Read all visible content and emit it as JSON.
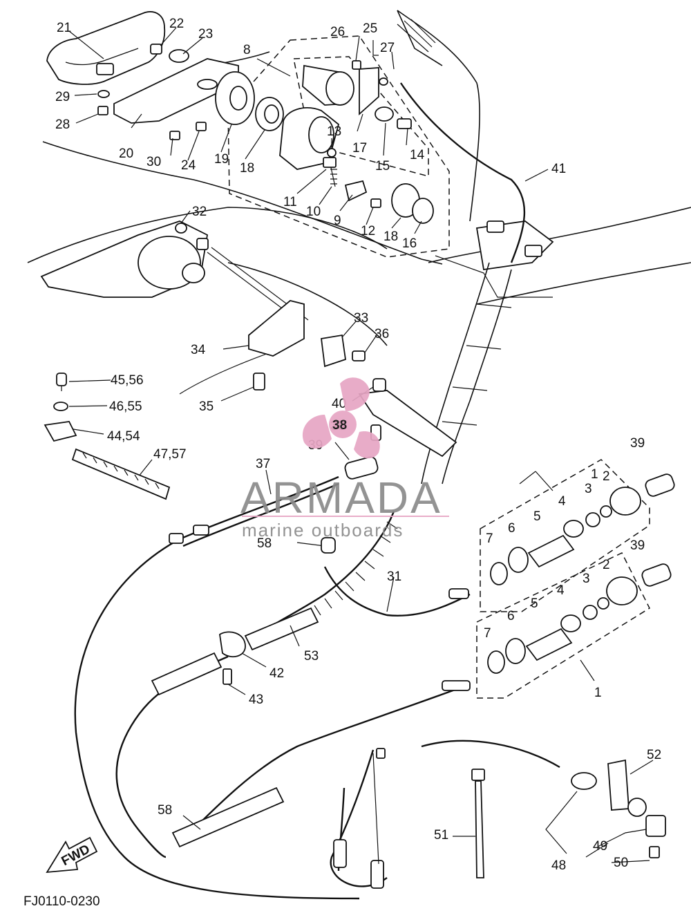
{
  "diagram": {
    "drawing_code": "FJ0110-0230",
    "fwd_label": "FWD",
    "labels": [
      "1",
      "1",
      "2",
      "2",
      "3",
      "3",
      "4",
      "4",
      "5",
      "5",
      "6",
      "6",
      "7",
      "7",
      "8",
      "9",
      "10",
      "11",
      "12",
      "13",
      "14",
      "15",
      "16",
      "17",
      "18",
      "18",
      "19",
      "20",
      "21",
      "22",
      "23",
      "24",
      "25",
      "26",
      "27",
      "28",
      "29",
      "30",
      "31",
      "32",
      "33",
      "34",
      "35",
      "36",
      "37",
      "38",
      "39",
      "39",
      "39",
      "40",
      "41",
      "42",
      "43",
      "44,54",
      "45,56",
      "46,55",
      "47,57",
      "48",
      "49",
      "50",
      "51",
      "52",
      "53",
      "58",
      "58"
    ]
  },
  "watermark": {
    "brand": "ARMADA",
    "tagline": "marine outboards",
    "logo_number": "38",
    "accent_color": "#e7a6c4",
    "text_color": "#8a8a8a"
  }
}
